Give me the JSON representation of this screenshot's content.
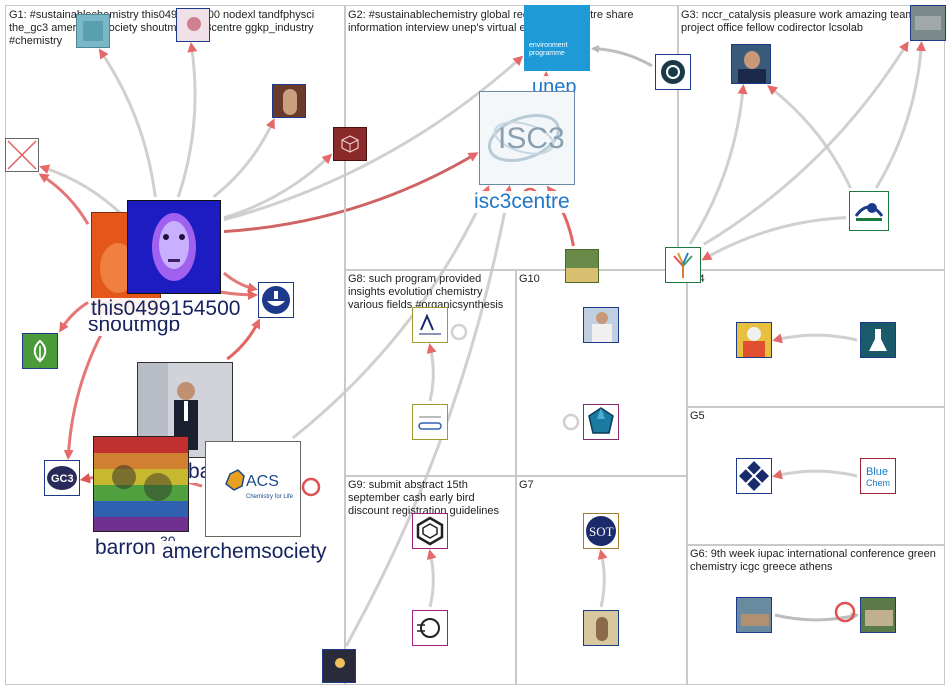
{
  "groups": [
    {
      "id": "G1",
      "title": "G1: #sustainablechemistry this0499154500 nodexl tandfphysci the_gc3 amerchemsociety shoutmgb isc3centre ggkp_industry #chemistry"
    },
    {
      "id": "G2",
      "title": "G2: #sustainablechemistry global register isc3centre share information interview unep's virtual event"
    },
    {
      "id": "G3",
      "title": "G3: nccr_catalysis pleasure work amazing team project office fellow codirector lcsolab"
    },
    {
      "id": "G4",
      "title": "G4"
    },
    {
      "id": "G5",
      "title": "G5"
    },
    {
      "id": "G6",
      "title": "G6: 9th week iupac international conference green chemistry icgc greece athens"
    },
    {
      "id": "G7",
      "title": "G7"
    },
    {
      "id": "G8",
      "title": "G8: such program provided insights evolution chemistry various fields #organicsynthesis"
    },
    {
      "id": "G9",
      "title": "G9: submit abstract 15th september cash early bird discount registration guidelines"
    },
    {
      "id": "G10",
      "title": "G10"
    }
  ],
  "nodes": [
    {
      "id": "unep",
      "label": "unep",
      "color": "#1e9ad6",
      "icon": "unep-logo"
    },
    {
      "id": "isc3centre",
      "label": "isc3centre",
      "color": "#e9f1f6",
      "icon": "isc3-logo",
      "img_text": "ISC3"
    },
    {
      "id": "shoutmgb",
      "label": "shoutmgb",
      "color": "#e4561a",
      "icon": "avatar-photo"
    },
    {
      "id": "this0499154500",
      "label": "this0499154500",
      "color": "#2a2ad8",
      "icon": "avatar-face"
    },
    {
      "id": "barron",
      "label": "barron",
      "color": "#7a9a3a",
      "icon": "avatar-rainbow"
    },
    {
      "id": "amerchemsociety",
      "label": "amerchemsociety",
      "color": "#ffffff",
      "icon": "acs-logo",
      "img_text": "ACS",
      "img_subtext": "Chemistry for Life"
    },
    {
      "id": "suit_person",
      "label": "",
      "color": "#c8ccd4",
      "icon": "avatar-suit"
    },
    {
      "id": "gc3",
      "label": "",
      "color": "#2a2a5a",
      "icon": "gc3-logo",
      "img_text": "GC3"
    },
    {
      "id": "leaf",
      "label": "",
      "color": "#4a9a3a",
      "icon": "leaf-icon"
    },
    {
      "id": "flask_badge",
      "label": "",
      "color": "#1d3a8a",
      "icon": "flask-icon"
    },
    {
      "id": "broken_img",
      "label": "",
      "color": "#ffffff",
      "icon": "broken-image-icon"
    },
    {
      "id": "g1_teal",
      "label": "",
      "color": "#7ab8c8",
      "icon": "square-avatar"
    },
    {
      "id": "g1_pink",
      "label": "",
      "color": "#f0e0e8",
      "icon": "square-avatar"
    },
    {
      "id": "g1_woman",
      "label": "",
      "color": "#6a3a2a",
      "icon": "avatar-photo"
    },
    {
      "id": "cube",
      "label": "",
      "color": "#8a2a2a",
      "icon": "cube-icon"
    },
    {
      "id": "lamp",
      "label": "",
      "color": "#2a2a3a",
      "icon": "avatar-photo"
    },
    {
      "id": "crowd",
      "label": "",
      "color": "#6a8a4a",
      "icon": "avatar-photo"
    },
    {
      "id": "g2_logo",
      "label": "",
      "color": "#1a3a4a",
      "icon": "circle-logo"
    },
    {
      "id": "g3_man",
      "label": "",
      "color": "#3a5a7a",
      "icon": "avatar-photo"
    },
    {
      "id": "g3_group",
      "label": "",
      "color": "#7a8a8a",
      "icon": "avatar-photo"
    },
    {
      "id": "g3_copernet",
      "label": "",
      "color": "#ffffff",
      "icon": "copernet-logo"
    },
    {
      "id": "g4_tree",
      "label": "",
      "color": "#ffffff",
      "icon": "tree-icon"
    },
    {
      "id": "g4_meeple",
      "label": "",
      "color": "#e8c040",
      "icon": "avatar-photo"
    },
    {
      "id": "g4_lab",
      "label": "",
      "color": "#1a5a6a",
      "icon": "flask-icon"
    },
    {
      "id": "g5_diamond",
      "label": "",
      "color": "#1a2a6a",
      "icon": "diamond-icon"
    },
    {
      "id": "g5_bluechem",
      "label": "",
      "color": "#ffffff",
      "icon": "bluechem-logo",
      "img_text": "Blue",
      "img_subtext": "Chem"
    },
    {
      "id": "g6_a",
      "label": "",
      "color": "#6a8aa0",
      "icon": "avatar-photo"
    },
    {
      "id": "g6_b",
      "label": "",
      "color": "#5a7a4a",
      "icon": "avatar-photo"
    },
    {
      "id": "g7_sot",
      "label": "",
      "color": "#ffffff",
      "icon": "sot-logo",
      "img_text": "SOT"
    },
    {
      "id": "g7_person",
      "label": "",
      "color": "#d8c8a0",
      "icon": "avatar-photo"
    },
    {
      "id": "g8_top",
      "label": "",
      "color": "#ffffff",
      "icon": "chem-logo"
    },
    {
      "id": "g8_bottom",
      "label": "",
      "color": "#ffffff",
      "icon": "chem-logo"
    },
    {
      "id": "g9_top",
      "label": "",
      "color": "#ffffff",
      "icon": "chem-logo"
    },
    {
      "id": "g9_bottom",
      "label": "",
      "color": "#ffffff",
      "icon": "chem-logo"
    },
    {
      "id": "g10_person",
      "label": "",
      "color": "#c0d0e0",
      "icon": "avatar-photo"
    },
    {
      "id": "g10_gem",
      "label": "",
      "color": "#1a7aa0",
      "icon": "gem-icon"
    }
  ],
  "edges": [
    {
      "from": "this0499154500",
      "to": "isc3centre",
      "color": "#c84848"
    },
    {
      "from": "shoutmgb",
      "to": "broken_img",
      "color": "#e06060"
    },
    {
      "from": "shoutmgb",
      "to": "leaf",
      "color": "#e06060"
    },
    {
      "from": "shoutmgb",
      "to": "gc3",
      "color": "#e06060"
    },
    {
      "from": "shoutmgb",
      "to": "flask_badge",
      "color": "#e06060"
    },
    {
      "from": "this0499154500",
      "to": "flask_badge",
      "color": "#e06060"
    },
    {
      "from": "barron",
      "to": "gc3",
      "color": "#e06060"
    },
    {
      "from": "amerchemsociety",
      "to": "gc3",
      "color": "#e06060"
    },
    {
      "from": "suit_person",
      "to": "flask_badge",
      "color": "#e04848"
    },
    {
      "from": "crowd",
      "to": "isc3centre",
      "color": "#e04848"
    },
    {
      "from": "g2_logo",
      "to": "unep",
      "color": "#a8a8a8"
    },
    {
      "from": "isc3centre",
      "to": "unep",
      "color": "#e06060"
    },
    {
      "from": "this0499154500",
      "to": "unep",
      "color": "#c8c8c8"
    },
    {
      "from": "this0499154500",
      "to": "cube",
      "color": "#c8c8c8"
    },
    {
      "from": "this0499154500",
      "to": "g1_teal",
      "color": "#c8c8c8"
    },
    {
      "from": "this0499154500",
      "to": "g1_pink",
      "color": "#c8c8c8"
    },
    {
      "from": "this0499154500",
      "to": "g1_woman",
      "color": "#c8c8c8"
    },
    {
      "from": "this0499154500",
      "to": "broken_img",
      "color": "#c8c8c8"
    },
    {
      "from": "amerchemsociety",
      "to": "isc3centre",
      "color": "#c8c8c8"
    },
    {
      "from": "lamp",
      "to": "isc3centre",
      "color": "#c8c8c8"
    },
    {
      "from": "g3_copernet",
      "to": "g3_man",
      "color": "#c8c8c8"
    },
    {
      "from": "g3_copernet",
      "to": "g3_group",
      "color": "#c8c8c8"
    },
    {
      "from": "g3_copernet",
      "to": "g4_tree",
      "color": "#c8c8c8"
    },
    {
      "from": "g4_tree",
      "to": "g3_man",
      "color": "#c8c8c8"
    },
    {
      "from": "g4_tree",
      "to": "g3_group",
      "color": "#c8c8c8"
    },
    {
      "from": "g4_lab",
      "to": "g4_meeple",
      "color": "#c8c8c8"
    },
    {
      "from": "g5_bluechem",
      "to": "g5_diamond",
      "color": "#c8c8c8"
    },
    {
      "from": "g6_a",
      "to": "g6_b",
      "color": "#a8a8a8"
    },
    {
      "from": "g7_person",
      "to": "g7_sot",
      "color": "#c8c8c8"
    },
    {
      "from": "g8_bottom",
      "to": "g8_top",
      "color": "#c8c8c8"
    },
    {
      "from": "g9_bottom",
      "to": "g9_top",
      "color": "#c8c8c8"
    }
  ]
}
